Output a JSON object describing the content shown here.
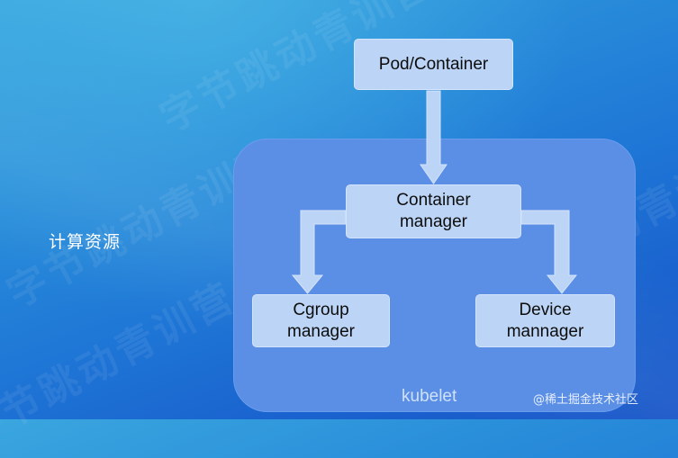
{
  "side_label": "计算资源",
  "kubelet": {
    "label": "kubelet"
  },
  "nodes": {
    "pod_container": "Pod/Container",
    "container_manager": "Container\nmanager",
    "cgroup_manager": "Cgroup\nmanager",
    "device_manager": "Device\nmannager"
  },
  "watermark": "字节跳动青训营",
  "credit": "@稀土掘金技术社区",
  "colors": {
    "background": "#1f78d6",
    "kubelet_fill": "#5b8fe6",
    "node_fill": "#bcd4f5",
    "arrow_fill": "#bcd4f5"
  }
}
